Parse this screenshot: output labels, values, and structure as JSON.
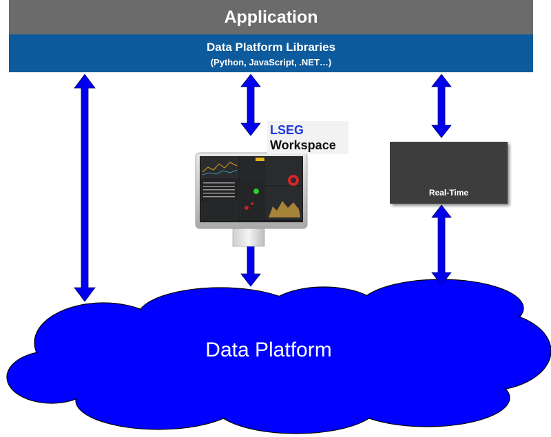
{
  "header": {
    "title": "Application"
  },
  "libraries": {
    "title": "Data Platform Libraries",
    "subtitle": "(Python, JavaScript, .NET…)"
  },
  "workspace": {
    "line1": "LSEG",
    "line2": "Workspace"
  },
  "realtime": {
    "label": "Real-Time"
  },
  "cloud": {
    "label": "Data Platform"
  },
  "colors": {
    "app_bar": "#6b6b6b",
    "library_bar": "#0d5a9c",
    "arrow": "#0000ee",
    "cloud": "#0000ff",
    "lseg_text": "#1f3bd8"
  }
}
